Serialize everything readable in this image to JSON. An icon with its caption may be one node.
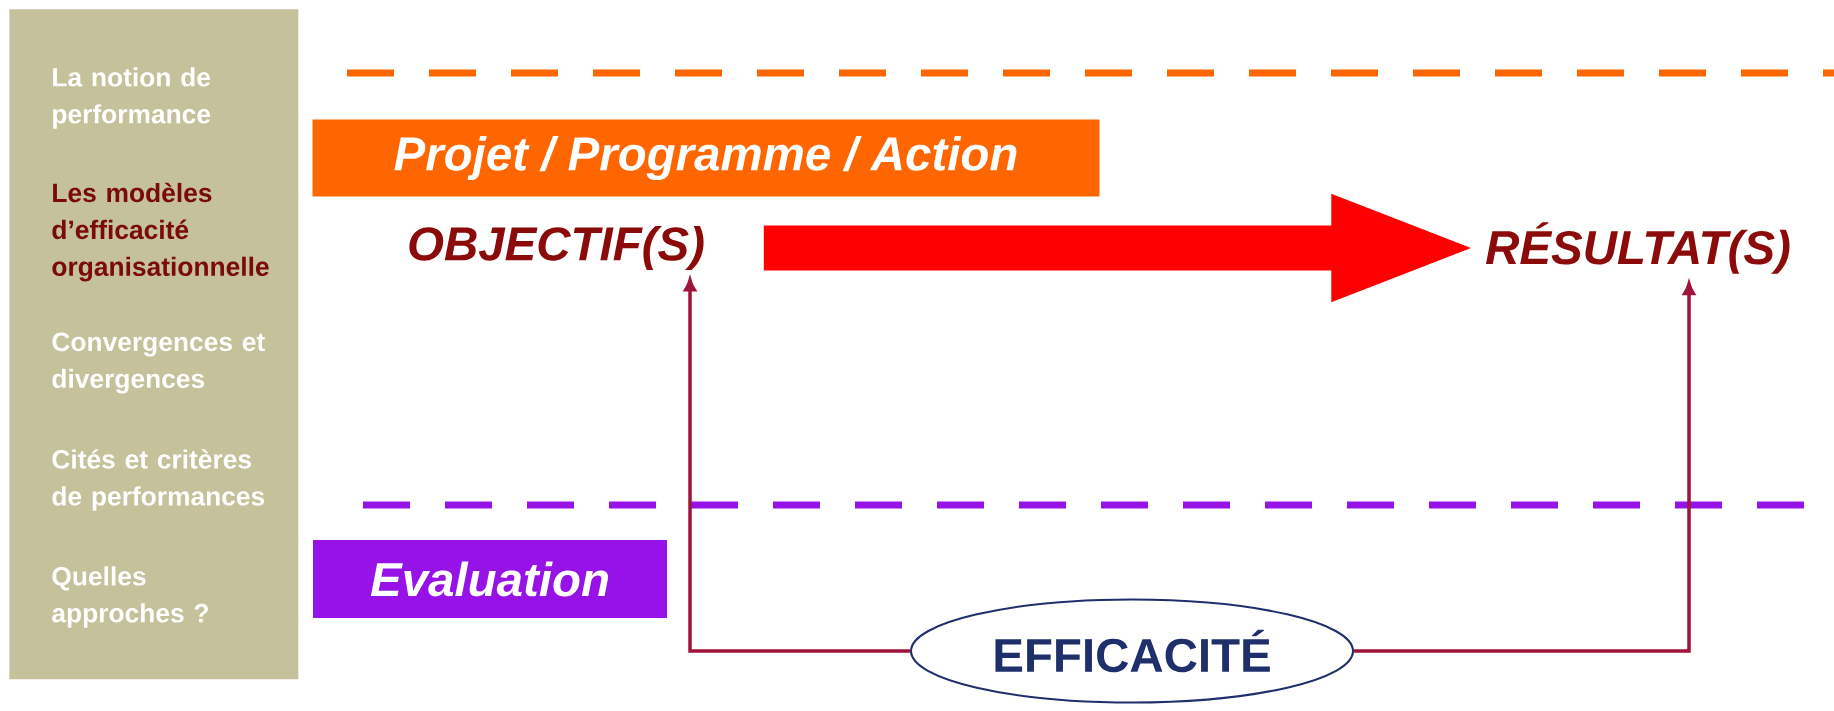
{
  "diagram": {
    "nodes": [
      {
        "text": [
          "La notion de performance",
          "Les modèles d’efficacité organisationnelle",
          "Convergences et divergences",
          "Cités et critères de performances",
          "Quelles approches ?"
        ]
      },
      {
        "text": [
          "Projet / Programme / Action"
        ]
      },
      {
        "text": [
          "OBJECTIF(S)"
        ]
      },
      {
        "text": [
          "RÉSULTAT(S)"
        ]
      },
      {
        "text": [
          "Evaluation"
        ]
      },
      {
        "text": [
          "EFFICACITÉ"
        ]
      }
    ],
    "edges": [
      {
        "from": 2,
        "to": 3,
        "arrow": "to",
        "style": "thick",
        "color": "#ff0000"
      },
      {
        "from": 5,
        "to": 2,
        "arrow": "to"
      },
      {
        "from": 5,
        "to": 3,
        "arrow": "to"
      }
    ]
  }
}
